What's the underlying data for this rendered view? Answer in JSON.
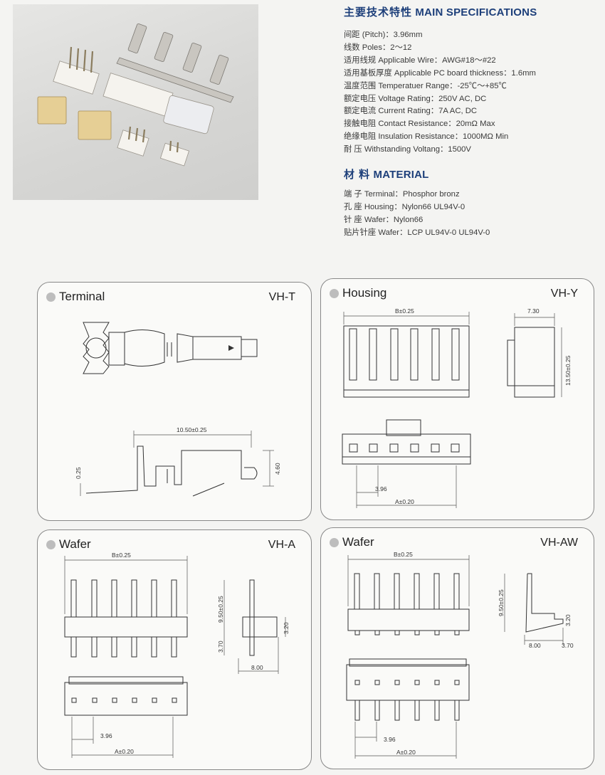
{
  "specs": {
    "title_cn": "主要技术特性",
    "title_en": "MAIN SPECIFICATIONS",
    "lines": [
      "间距 (Pitch)：3.96mm",
      "线数 Poles：2～12",
      "适用线规 Applicable Wire：AWG#18～#22",
      "适用基板厚度 Applicable PC board thickness：1.6mm",
      "温度范围 Temperatuer Range：-25℃～+85℃",
      "额定电压 Voltage Rating：250V AC, DC",
      "额定电流 Current Rating：7A AC, DC",
      "接触电阻 Contact Resistance：20mΩ  Max",
      "绝缘电阻 Insulation Resistance：1000MΩ  Min",
      "耐    压 Withstanding Voltang：1500V"
    ]
  },
  "material": {
    "title_cn": "材    料",
    "title_en": "MATERIAL",
    "lines": [
      "端    子 Terminal：Phosphor bronz",
      "孔    座 Housing：Nylon66  UL94V-0",
      "针    座 Wafer：Nylon66",
      "贴片针座 Wafer：LCP UL94V-0 UL94V-0"
    ]
  },
  "panels": {
    "terminal": {
      "title": "Terminal",
      "code": "VH-T",
      "dim_len": "10.50±0.25",
      "dim_thick": "0.25",
      "dim_h": "4.60"
    },
    "housing": {
      "title": "Housing",
      "code": "VH-Y",
      "dim_b": "B±0.25",
      "dim_w": "7.30",
      "dim_h": "13.50±0.25",
      "dim_pitch": "3.96",
      "dim_a": "A±0.20"
    },
    "wafer_a": {
      "title": "Wafer",
      "code": "VH-A",
      "dim_b": "B±0.25",
      "dim_h": "9.50±0.25",
      "dim_lower": "3.70",
      "dim_right": "3.20",
      "dim_depth": "8.00",
      "dim_pitch": "3.96",
      "dim_a": "A±0.20"
    },
    "wafer_aw": {
      "title": "Wafer",
      "code": "VH-AW",
      "dim_b": "B±0.25",
      "dim_h": "9.50±0.25",
      "dim_right": "3.20",
      "dim_depth": "8.00",
      "dim_lower": "3.70",
      "dim_pitch": "3.96",
      "dim_a": "A±0.20"
    }
  },
  "colors": {
    "heading": "#1d3f7a",
    "panel_border": "#888888",
    "dot": "#bdbdbd"
  }
}
